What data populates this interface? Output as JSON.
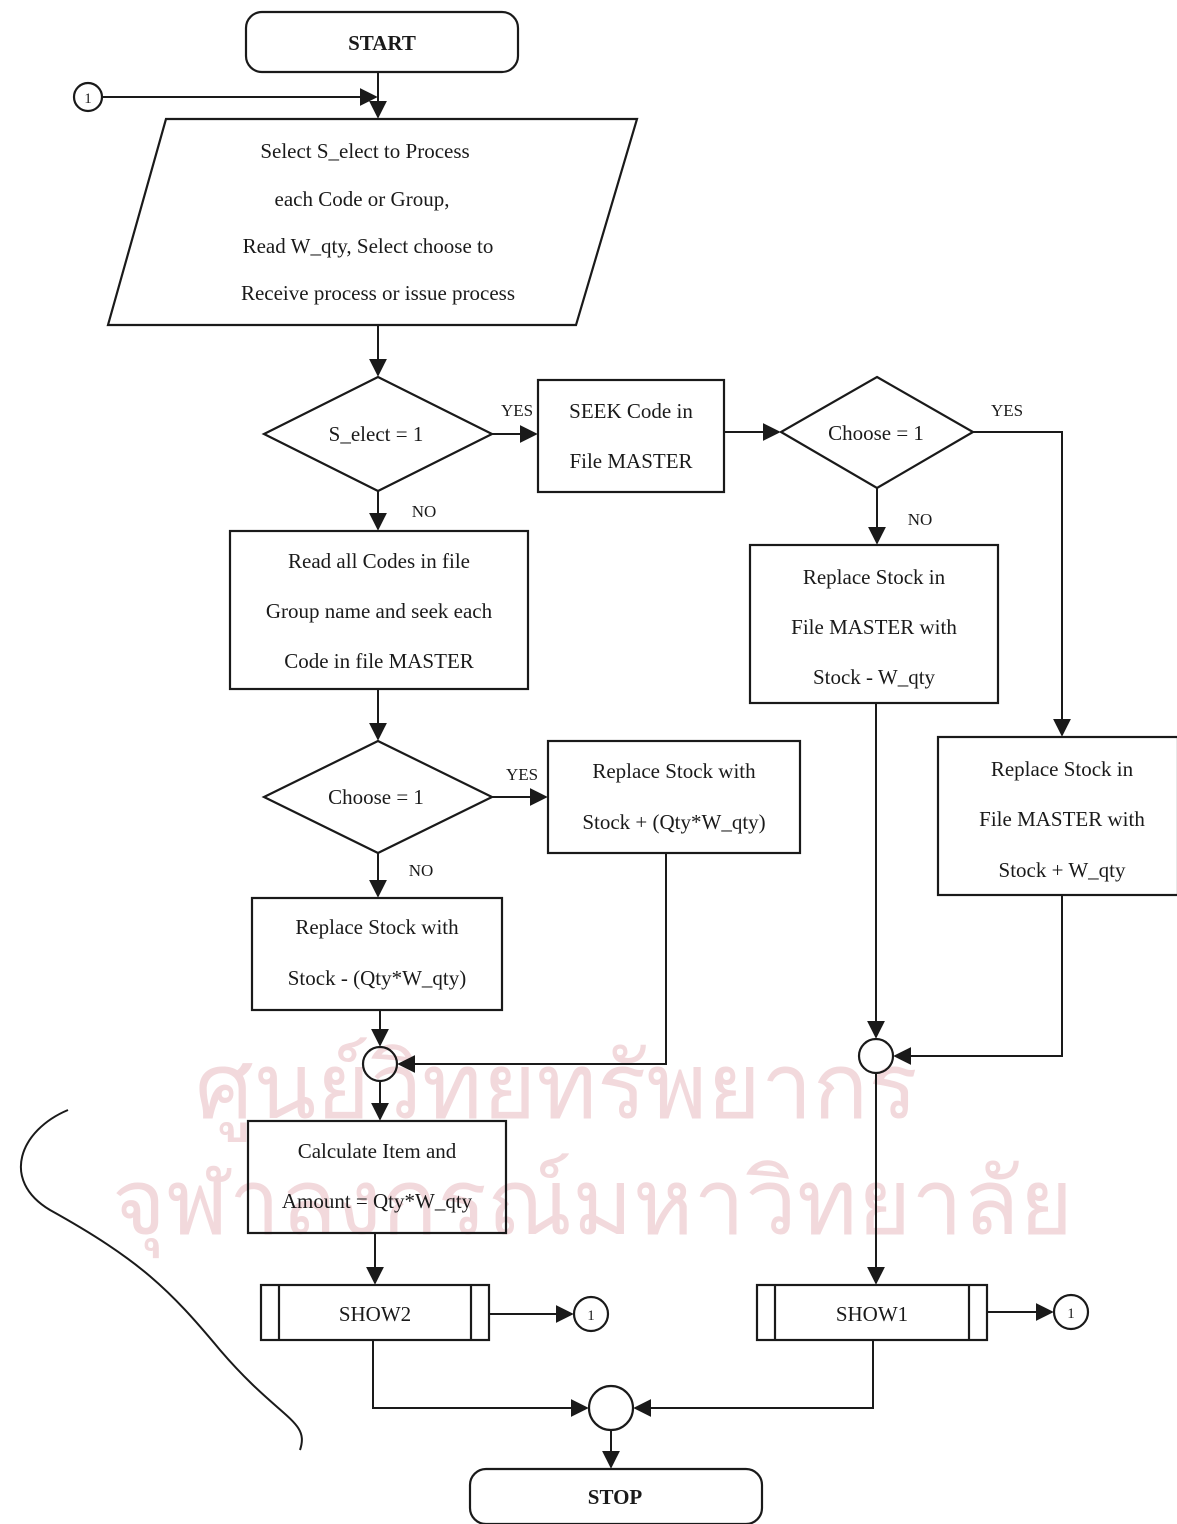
{
  "colors": {
    "line": "#1a1a1a",
    "watermark": "#f0d2d6",
    "background": "#ffffff"
  },
  "watermark": {
    "line1": "ศูนย์วิทยทรัพยากร",
    "line2": "จุฬาลงกรณ์มหาวิทยาลัย"
  },
  "nodes": {
    "start": "START",
    "input": [
      "Select S_elect to Process",
      "each Code or Group,",
      "Read W_qty, Select choose to",
      "Receive process or issue process"
    ],
    "dec_select": "S_elect = 1",
    "seek": [
      "SEEK Code in",
      "File MASTER"
    ],
    "dec_choose_right": "Choose = 1",
    "read_codes": [
      "Read all Codes in file",
      "Group name and seek each",
      "Code in file MASTER"
    ],
    "replace_minus_master": [
      "Replace Stock in",
      "File MASTER with",
      "Stock - W_qty"
    ],
    "dec_choose_left": "Choose = 1",
    "replace_plus_qty": [
      "Replace Stock with",
      "Stock + (Qty*W_qty)"
    ],
    "replace_plus_master": [
      "Replace Stock in",
      "File MASTER with",
      "Stock + W_qty"
    ],
    "replace_minus_qty": [
      "Replace Stock with",
      "Stock - (Qty*W_qty)"
    ],
    "calculate": [
      "Calculate Item and",
      "Amount = Qty*W_qty"
    ],
    "show2": "SHOW2",
    "show1": "SHOW1",
    "stop": "STOP",
    "connector_label": "1"
  },
  "edge_labels": {
    "yes": "YES",
    "no": "NO"
  }
}
